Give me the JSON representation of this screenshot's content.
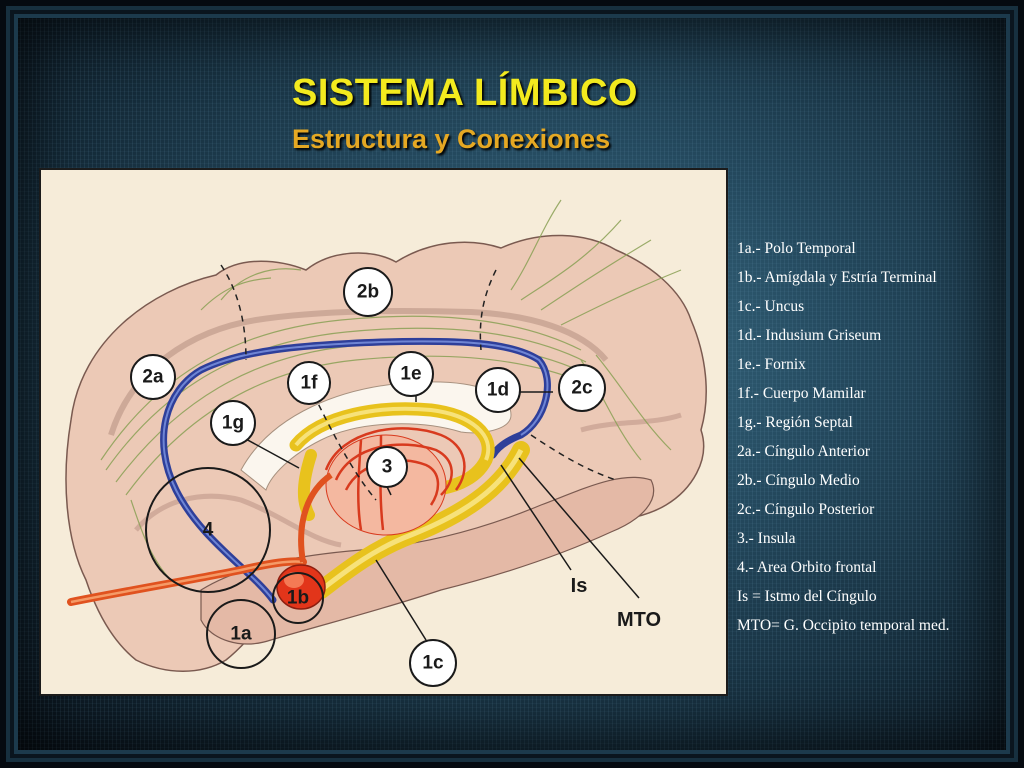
{
  "title": "SISTEMA LÍMBICO",
  "subtitle": "Estructura y Conexiones",
  "colors": {
    "title": "#f3ea1e",
    "subtitle": "#e5a823",
    "fornix": "#e8c21d",
    "cingulum_bundle": "#2e3f9a",
    "limbic_red": "#d83a1e",
    "fibers": "#8aa055",
    "brain_tissue": "#e8c6b4"
  },
  "diagram_labels": {
    "l_2a": "2a",
    "l_2b": "2b",
    "l_2c": "2c",
    "l_1g": "1g",
    "l_1f": "1f",
    "l_1e": "1e",
    "l_1d": "1d",
    "l_3": "3",
    "l_4": "4",
    "l_1b": "1b",
    "l_1a": "1a",
    "l_1c": "1c",
    "l_is": "Is",
    "l_mto": "MTO"
  },
  "legend": [
    "1a.- Polo Temporal",
    "1b.- Amígdala y Estría Terminal",
    "1c.- Uncus",
    "1d.- Indusium Griseum",
    "1e.- Fornix",
    "1f.- Cuerpo Mamilar",
    "1g.- Región Septal",
    "2a.- Cíngulo Anterior",
    "2b.- Cíngulo Medio",
    "2c.- Cíngulo Posterior",
    "3.- Insula",
    "4.- Area Orbito frontal",
    "Is = Istmo del Cíngulo",
    "MTO= G. Occipito temporal med."
  ]
}
